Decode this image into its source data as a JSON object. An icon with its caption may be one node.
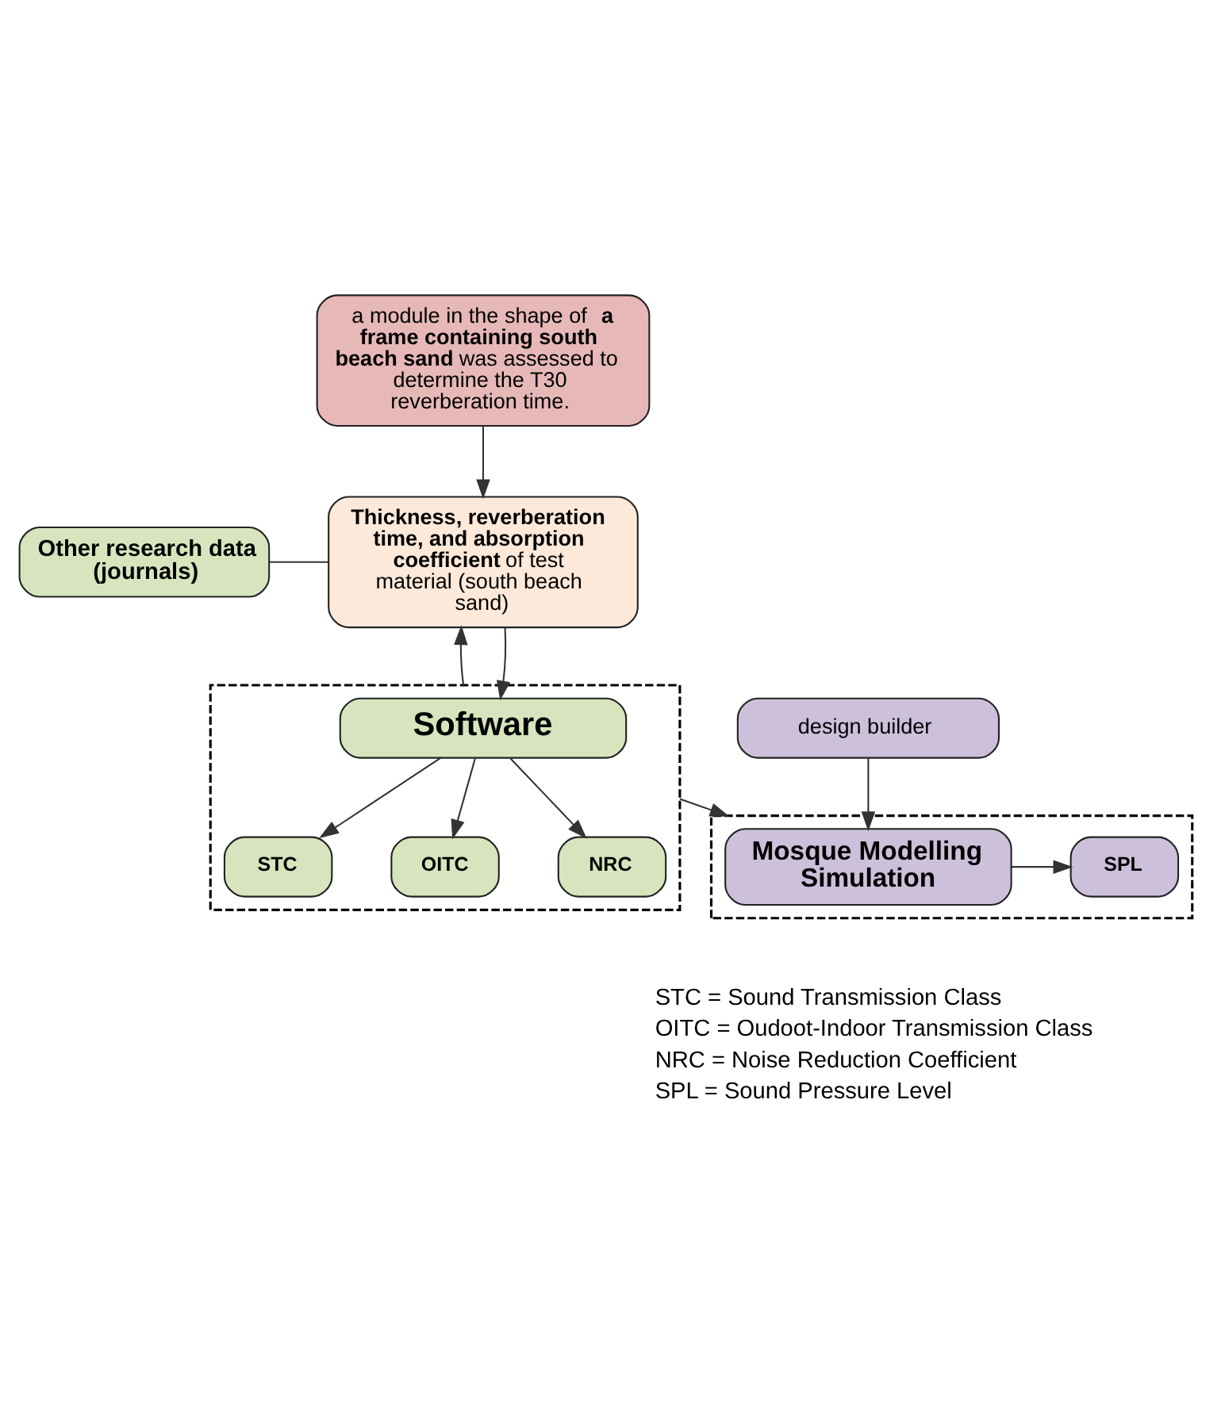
{
  "diagram": {
    "nodes": [
      {
        "text": [
          "a module in the shape of **a frame containing south beach sand** was assessed to determine the T30 reverberation time."
        ]
      },
      {
        "text": [
          "Other research data (journals)"
        ]
      },
      {
        "text": [
          "**Thickness, reverberation time, and absorption coefficient** of test material (south beach sand)"
        ]
      },
      {
        "text": [],
        "shape": "box"
      },
      {
        "text": [
          "Software"
        ],
        "in": 3
      },
      {
        "text": [
          "STC"
        ],
        "in": 3
      },
      {
        "text": [
          "OITC"
        ],
        "in": 3
      },
      {
        "text": [
          "NRC"
        ],
        "in": 3
      },
      {
        "text": [],
        "shape": "box"
      },
      {
        "text": [
          "design builder"
        ]
      },
      {
        "text": [
          "Mosque Modelling Simulation"
        ],
        "in": 8
      },
      {
        "text": [
          "SPL"
        ],
        "in": 8
      }
    ],
    "edges": [
      {
        "from": 0,
        "to": 2,
        "arrow": "to"
      },
      {
        "from": 1,
        "to": 2,
        "arrow": "none"
      },
      {
        "from": 2,
        "to": 4,
        "arrow": "to"
      },
      {
        "from": 4,
        "to": 5,
        "arrow": "to"
      },
      {
        "from": 4,
        "to": 6,
        "arrow": "to"
      },
      {
        "from": 4,
        "to": 7,
        "arrow": "to"
      },
      {
        "from": 3,
        "to": 2,
        "arrow": "to"
      },
      {
        "from": 3,
        "to": 8,
        "arrow": "to"
      },
      {
        "from": 9,
        "to": 10,
        "arrow": "to"
      },
      {
        "from": 10,
        "to": 11,
        "arrow": "to"
      }
    ],
    "labels": [
      "STC = Sound Transmission Class",
      "OITC = Oudoot-Indoor Transmission Class",
      "NRC = Noise Reduction Coefficient",
      "SPL = Sound Pressure Level"
    ]
  }
}
